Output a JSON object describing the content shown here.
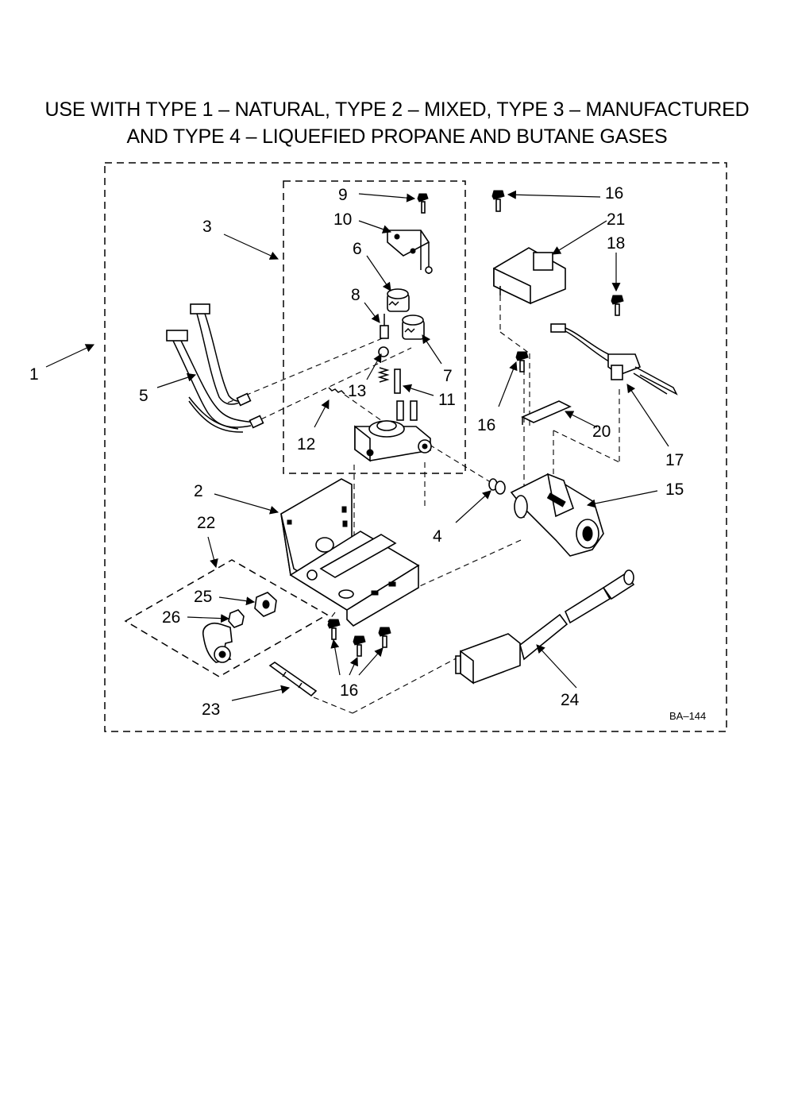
{
  "title": {
    "line1": "USE WITH TYPE 1 – NATURAL, TYPE 2 – MIXED, TYPE 3 – MANUFACTURED",
    "line2": "AND TYPE 4 – LIQUEFIED PROPANE AND BUTANE GASES"
  },
  "drawing_code": "BA–144",
  "callouts": {
    "c1": "1",
    "c2": "2",
    "c3": "3",
    "c4": "4",
    "c5": "5",
    "c6": "6",
    "c7": "7",
    "c8": "8",
    "c9": "9",
    "c10": "10",
    "c11": "11",
    "c12": "12",
    "c13": "13",
    "c15": "15",
    "c16a": "16",
    "c16b": "16",
    "c16c": "16",
    "c17": "17",
    "c18": "18",
    "c20": "20",
    "c21": "21",
    "c22": "22",
    "c23": "23",
    "c24": "24",
    "c25": "25",
    "c26": "26"
  }
}
